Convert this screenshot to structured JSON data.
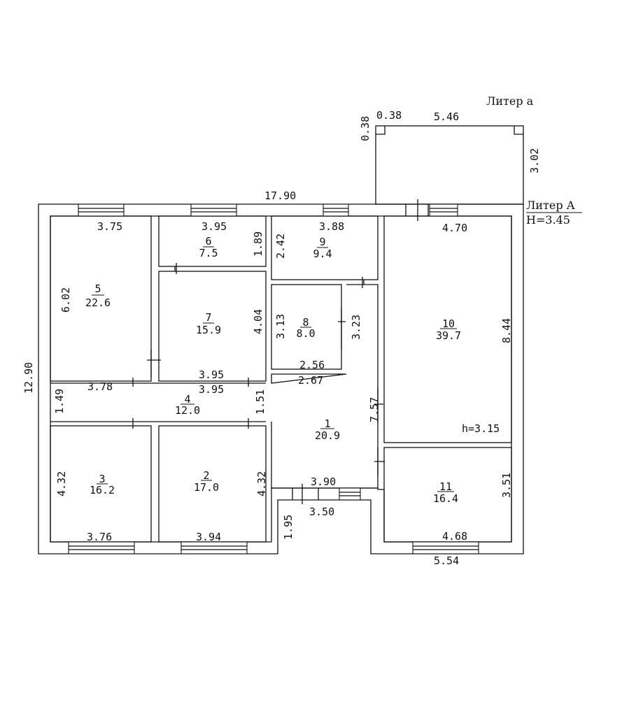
{
  "labels": {
    "liter_a_small": "Литер а",
    "liter_A": "Литер А",
    "height_A": "H=3.45",
    "room10_height": "h=3.15"
  },
  "dims": {
    "annex_corner_w": "0.38",
    "annex_corner_h": "0.38",
    "annex_width": "5.46",
    "annex_depth": "3.02",
    "total_length": "17.90",
    "total_width": "12.90",
    "r5_top": "3.75",
    "r5_side": "6.02",
    "r5_bottom": "3.78",
    "r6_top": "3.95",
    "r6_side": "1.89",
    "r7_side": "4.04",
    "r7_bottom": "3.95",
    "r4_top": "3.95",
    "r4_left": "1.49",
    "r4_right": "1.51",
    "r9_top": "3.88",
    "r9_side": "2.42",
    "r8_left": "3.13",
    "r8_right": "3.23",
    "r8_bottom": "2.56",
    "r1_top": "2.67",
    "r1_side": "7.57",
    "r1_bottom": "3.90",
    "porch_width": "3.50",
    "porch_depth": "1.95",
    "r10_top": "4.70",
    "r10_side": "8.44",
    "r11_side": "3.51",
    "r11_bottom": "4.68",
    "r11_outer": "5.54",
    "r3_side": "4.32",
    "r3_bottom": "3.76",
    "r2_side": "4.32",
    "r2_bottom": "3.94"
  },
  "rooms": {
    "r1": {
      "number": "1",
      "area": "20.9"
    },
    "r2": {
      "number": "2",
      "area": "17.0"
    },
    "r3": {
      "number": "3",
      "area": "16.2"
    },
    "r4": {
      "number": "4",
      "area": "12.0"
    },
    "r5": {
      "number": "5",
      "area": "22.6"
    },
    "r6": {
      "number": "6",
      "area": "7.5"
    },
    "r7": {
      "number": "7",
      "area": "15.9"
    },
    "r8": {
      "number": "8",
      "area": "8.0"
    },
    "r9": {
      "number": "9",
      "area": "9.4"
    },
    "r10": {
      "number": "10",
      "area": "39.7"
    },
    "r11": {
      "number": "11",
      "area": "16.4"
    }
  }
}
